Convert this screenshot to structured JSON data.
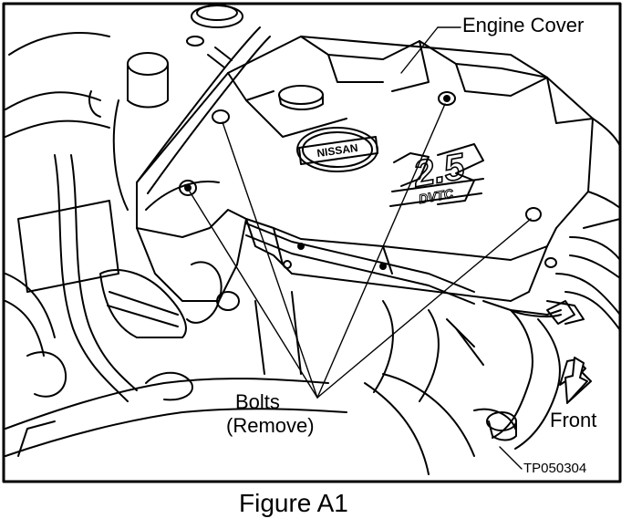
{
  "callouts": {
    "engine_cover": "Engine Cover",
    "bolts": "Bolts",
    "remove": "(Remove)",
    "front": "Front"
  },
  "figure_code": "TP050304",
  "caption": "Figure A1",
  "emblem": {
    "brand": "NISSAN",
    "badge_number": "2.5",
    "badge_sub": "DVTC"
  },
  "colors": {
    "ink": "#000000",
    "paper": "#ffffff"
  }
}
